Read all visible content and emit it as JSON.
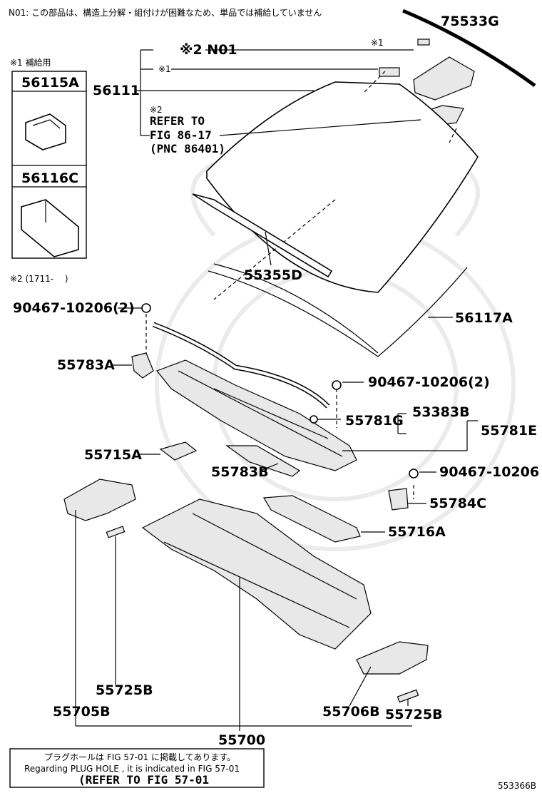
{
  "note_top": "N01: この部品は、構造上分解・組付けが困難なため、単品では補給していません",
  "legend": {
    "supply_title": "※1 補給用",
    "items": [
      "56115A",
      "56116C"
    ],
    "note2": "※2 (1711-　 )"
  },
  "callouts": {
    "n01": "※2 N01",
    "star1_a": "※1",
    "star1_b": "※1",
    "refer_star": "※2",
    "refer_line1": "REFER TO",
    "refer_line2": "FIG 86-17",
    "refer_line3": "(PNC 86401)"
  },
  "parts": {
    "p75533G": "75533G",
    "p56111": "56111",
    "p55355D": "55355D",
    "p56117A": "56117A",
    "p90467_a": "90467-10206(2)",
    "p55783A": "55783A",
    "p90467_b": "90467-10206(2)",
    "p55781G": "55781G",
    "p53383B": "53383B",
    "p55781E": "55781E",
    "p55715A": "55715A",
    "p55783B": "55783B",
    "p90467_c": "90467-10206",
    "p55784C": "55784C",
    "p55716A": "55716A",
    "p55725B_a": "55725B",
    "p55705B": "55705B",
    "p55706B": "55706B",
    "p55725B_b": "55725B",
    "p55700": "55700"
  },
  "footer": {
    "line1": "プラグホールは FIG 57-01 に掲載してあります。",
    "line2": "Regarding PLUG HOLE , it is indicated in FIG 57-01",
    "line3": "(REFER TO FIG 57-01"
  },
  "figure_id": "553366B"
}
